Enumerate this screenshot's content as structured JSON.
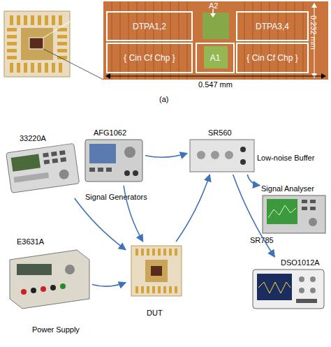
{
  "diagram": {
    "nodes": [
      {
        "text": [
          "DTPA1,2"
        ]
      },
      {
        "text": [
          "DTPA3,4"
        ]
      },
      {
        "text": [
          "{ Cin Cf Chp }"
        ]
      },
      {
        "text": [
          "A1"
        ]
      },
      {
        "text": [
          "{ Cin Cf Chp }"
        ]
      },
      {
        "text": [
          "33220A"
        ]
      },
      {
        "text": [
          "AFG1062"
        ]
      },
      {
        "text": [
          "SR560",
          "Low-noise Buffer"
        ]
      },
      {
        "text": [
          "E3631A",
          "Power Supply"
        ]
      },
      {
        "text": [
          "DUT"
        ]
      },
      {
        "text": [
          "Signal Analyser",
          "SR785"
        ]
      },
      {
        "text": [
          "DSO1012A"
        ]
      }
    ],
    "edges": [
      {
        "from": 5,
        "to": 9,
        "arrow": "to"
      },
      {
        "from": 6,
        "to": 9,
        "arrow": "to"
      },
      {
        "from": 6,
        "to": 7,
        "arrow": "to"
      },
      {
        "from": 8,
        "to": 9,
        "arrow": "to"
      },
      {
        "from": 9,
        "to": 7,
        "arrow": "to"
      },
      {
        "from": 7,
        "to": 10,
        "arrow": "to"
      },
      {
        "from": 7,
        "to": 11,
        "arrow": "to"
      }
    ],
    "labels": [
      "A2",
      "0.232 mm",
      "0.547 mm",
      "(a)",
      "Signal Generators"
    ]
  }
}
